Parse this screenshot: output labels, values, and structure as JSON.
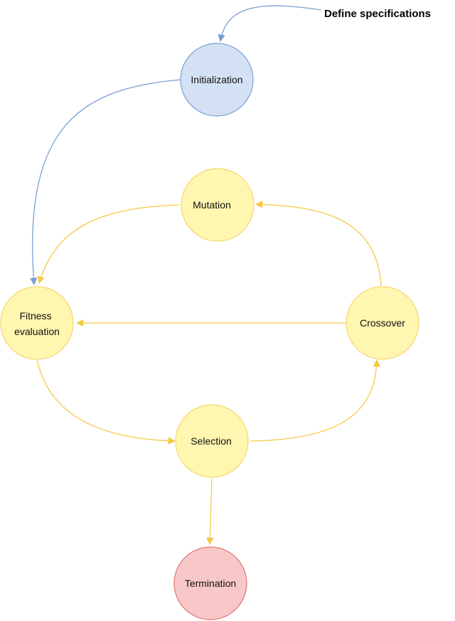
{
  "title": "Define specifications",
  "nodes": {
    "initialization": {
      "label": "Initialization",
      "fill": "#d4e1f5",
      "stroke": "#7a9fd3"
    },
    "mutation": {
      "label": "Mutation",
      "fill": "#fff6b0",
      "stroke": "#f5d76e"
    },
    "fitness": {
      "label_line1": "Fitness",
      "label_line2": "evaluation",
      "fill": "#fff6b0",
      "stroke": "#f5d76e"
    },
    "crossover": {
      "label": "Crossover",
      "fill": "#fff6b0",
      "stroke": "#f5d76e"
    },
    "selection": {
      "label": "Selection",
      "fill": "#fff6b0",
      "stroke": "#f5d76e"
    },
    "termination": {
      "label": "Termination",
      "fill": "#f8c8c8",
      "stroke": "#e57373"
    }
  },
  "edge_colors": {
    "blue": "#7a9fd3",
    "yellow": "#f5c842"
  }
}
